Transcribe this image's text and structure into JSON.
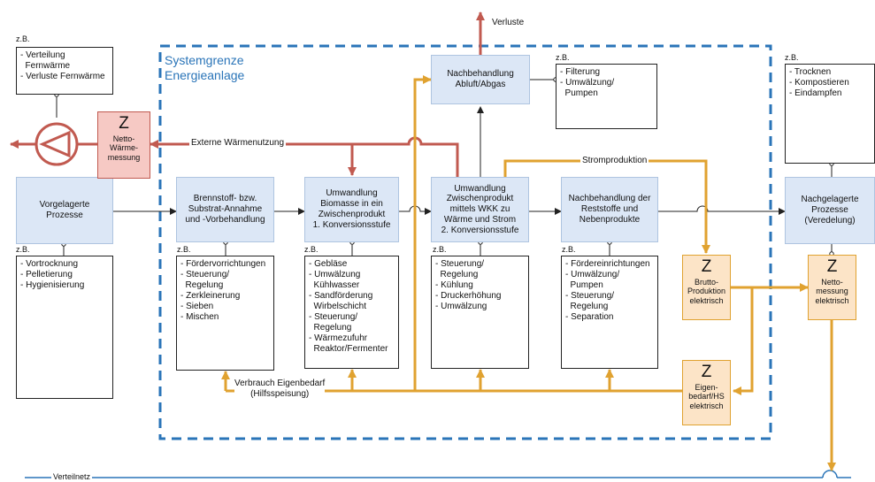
{
  "system_boundary": {
    "line1": "Systemgrenze",
    "line2": "Energieanlage"
  },
  "zb": "z.B.",
  "processes": {
    "vorgelagert": [
      "Vorgelagerte",
      "Prozesse"
    ],
    "brennstoff": [
      "Brennstoff- bzw.",
      "Substrat-Annahme",
      "und -Vorbehandlung"
    ],
    "umwandlung1": [
      "Umwandlung",
      "Biomasse in ein",
      "Zwischenprodukt",
      "1. Konversionsstufe"
    ],
    "umwandlung2": [
      "Umwandlung",
      "Zwischenprodukt",
      "mittels WKK zu",
      "Wärme und Strom",
      "2. Konversionsstufe"
    ],
    "nachbehandlung_rest": [
      "Nachbehandlung der",
      "Reststoffe und",
      "Nebenprodukte"
    ],
    "nachgelagert": [
      "Nachgelagerte",
      "Prozesse",
      "(Veredelung)"
    ],
    "nachbehandlung_abluft": [
      "Nachbehandlung",
      "Abluft/Abgas"
    ]
  },
  "lists": {
    "fernwaerme": [
      "- Verteilung",
      "  Fernwärme",
      "- Verluste Fernwärme"
    ],
    "vorgelagert": [
      "- Vortrocknung",
      "- Pelletierung",
      "- Hygienisierung"
    ],
    "brennstoff": [
      "- Fördervorrichtungen",
      "- Steuerung/",
      "  Regelung",
      "- Zerkleinerung",
      "- Sieben",
      "- Mischen"
    ],
    "umwandlung1": [
      "- Gebläse",
      "- Umwälzung",
      "  Kühlwasser",
      "- Sandförderung",
      "  Wirbelschicht",
      "- Steuerung/",
      "  Regelung",
      "- Wärmezufuhr",
      "  Reaktor/Fermenter"
    ],
    "umwandlung2": [
      "- Steuerung/",
      "  Regelung",
      "- Kühlung",
      "- Druckerhöhung",
      "- Umwälzung"
    ],
    "nachbehandlung_rest": [
      "- Fördereinrichtungen",
      "- Umwälzung/",
      "  Pumpen",
      "- Steuerung/",
      "  Regelung",
      "- Separation"
    ],
    "abluft": [
      "- Filterung",
      "- Umwälzung/",
      "  Pumpen"
    ],
    "nachgelagert": [
      "- Trocknen",
      "- Kompostieren",
      "- Eindampfen"
    ]
  },
  "meters": {
    "symbol": "Z",
    "netto_waerme": [
      "Netto-",
      "Wärme-",
      "messung"
    ],
    "brutto": [
      "Brutto-",
      "Produktion",
      "elektrisch"
    ],
    "netto_elektrisch": [
      "Netto-",
      "messung",
      "elektrisch"
    ],
    "eigenbedarf": [
      "Eigen-",
      "bedarf/HS",
      "elektrisch"
    ]
  },
  "labels": {
    "verluste": "Verluste",
    "externe_waerme": "Externe Wärmenutzung",
    "stromproduktion": "Stromproduktion",
    "verbrauch1": "Verbrauch Eigenbedarf",
    "verbrauch2": "(Hilfsspeisung)",
    "verteilnetz": "Verteilnetz"
  },
  "colors": {
    "boundary": "#2a74b8",
    "heat": "#c15a50",
    "power": "#e0a230",
    "process_fill": "#dce7f6",
    "meter_power_fill": "#fce4c7",
    "meter_heat_fill": "#f6c9c4",
    "grid": "#2a74b8"
  }
}
